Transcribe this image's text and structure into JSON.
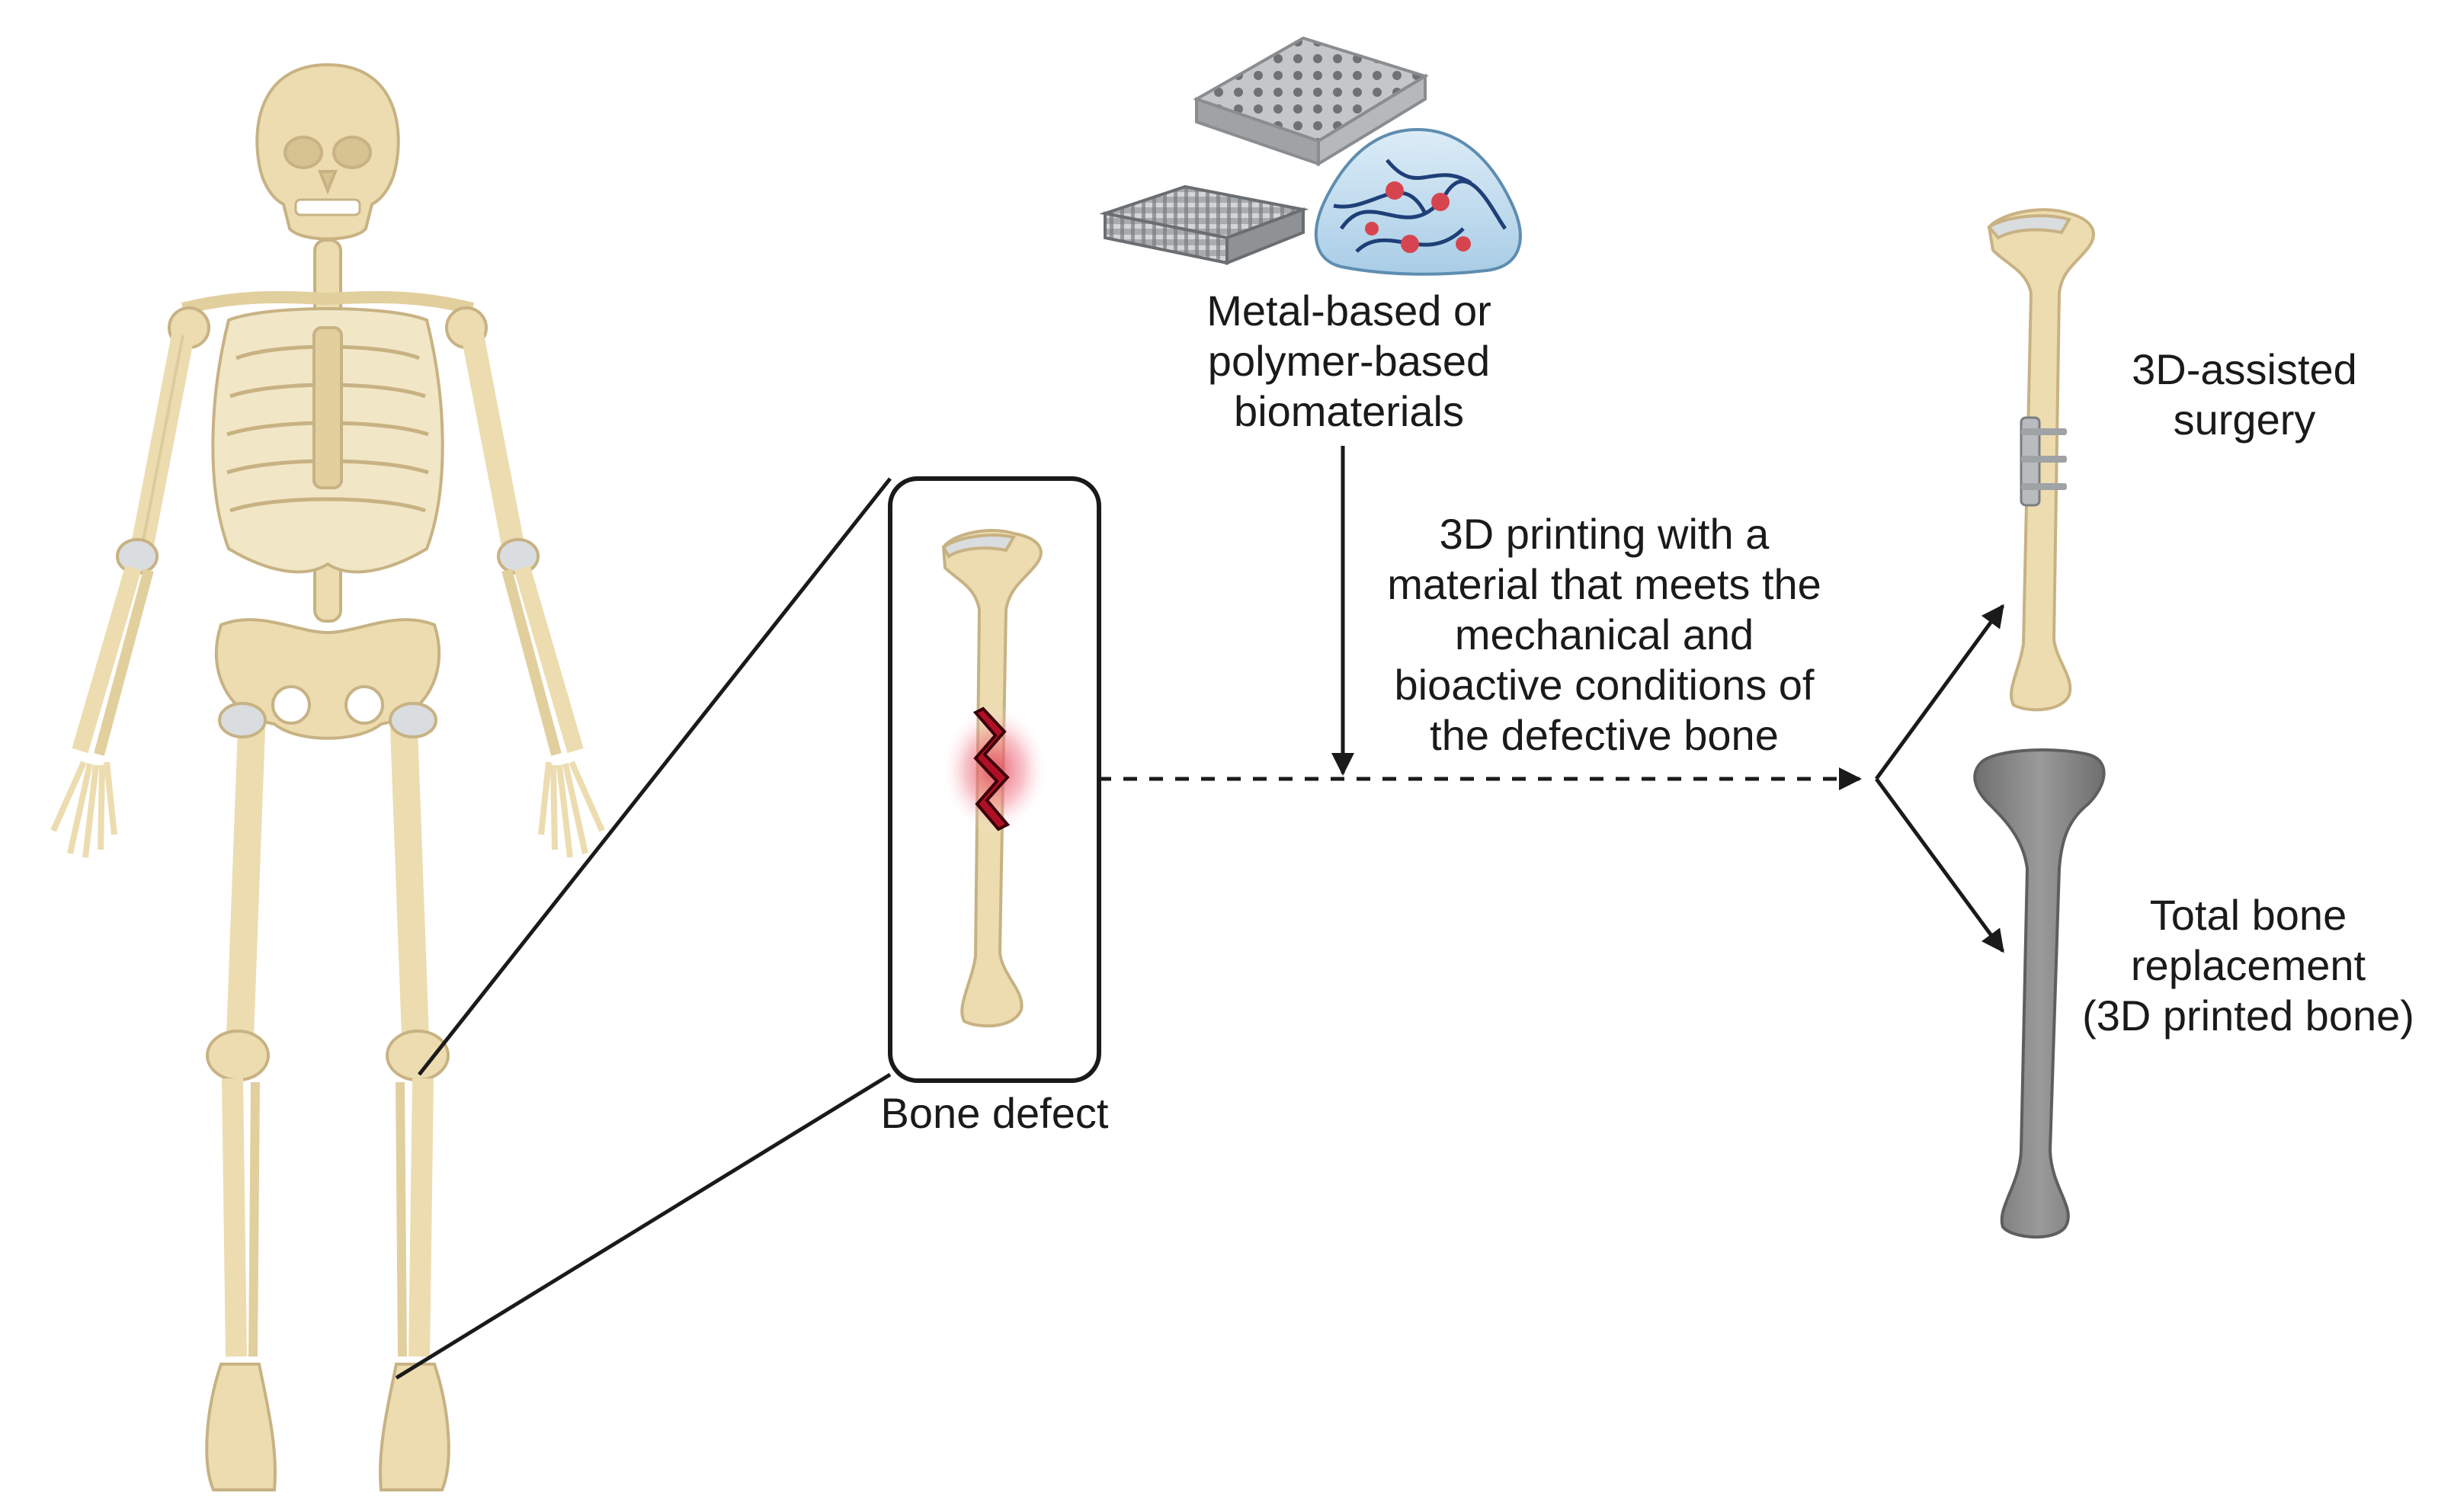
{
  "diagram": {
    "labels": {
      "biomaterials": "Metal-based or\npolymer-based\nbiomaterials",
      "printing_note": "3D printing with a\nmaterial that meets the\nmechanical and\nbioactive conditions of\nthe defective bone",
      "assisted_surgery": "3D-assisted\nsurgery",
      "total_replacement": "Total bone\nreplacement\n(3D printed bone)",
      "bone_defect": "Bone defect"
    },
    "colors": {
      "bone": "#ecdcb0",
      "bone_outline": "#c8b283",
      "bone_shadow": "#d7c291",
      "cartilage": "#d9dde0",
      "metal_scaffold": "#b9bcbf",
      "hydrogel": "#bcd8ea",
      "fibers": "#1f3f78",
      "cells": "#d6454f",
      "defect_glow": "#e23a52",
      "printed_bone": "#8a8a8a",
      "line": "#1a1a1a"
    },
    "icons": [
      "skeleton-icon",
      "porous-scaffold-icon",
      "lattice-scaffold-icon",
      "hydrogel-icon",
      "tibia-icon",
      "fracture-icon",
      "fixation-plate-icon",
      "printed-bone-icon"
    ]
  }
}
